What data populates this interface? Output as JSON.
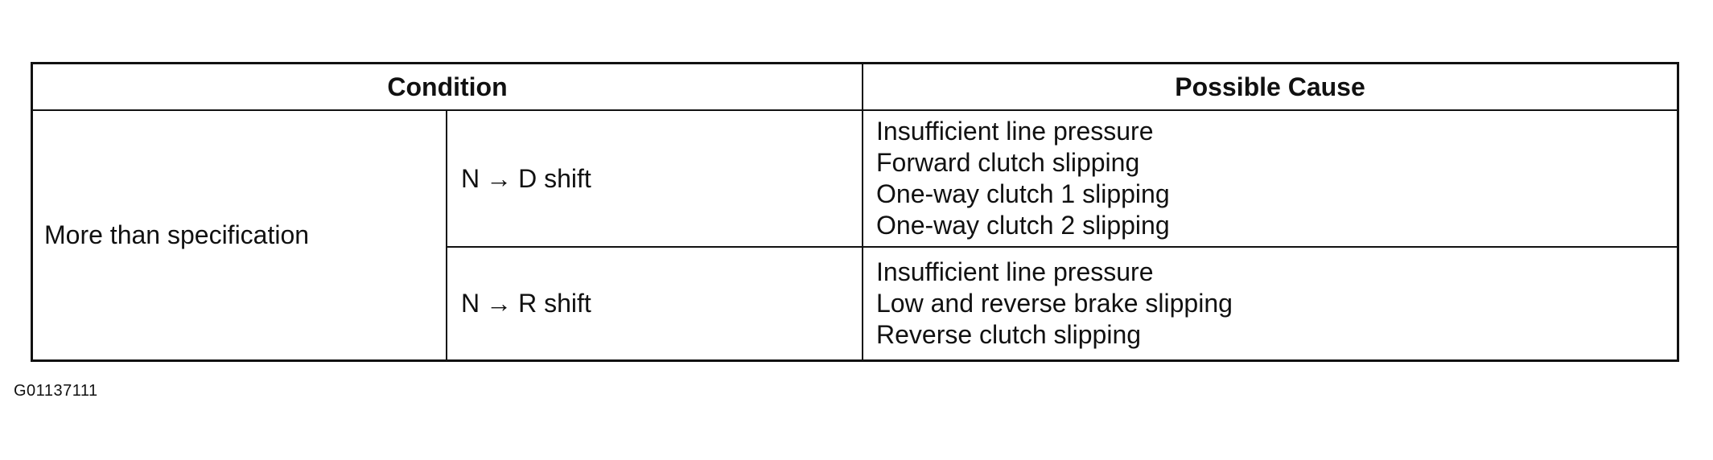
{
  "table": {
    "headers": {
      "condition": "Condition",
      "possible_cause": "Possible Cause"
    },
    "condition": "More than specification",
    "rows": [
      {
        "shift_from": "N",
        "arrow": "→",
        "shift_to": "D shift",
        "causes": [
          "Insufficient line pressure",
          "Forward clutch slipping",
          "One-way clutch 1 slipping",
          "One-way clutch 2 slipping"
        ]
      },
      {
        "shift_from": "N",
        "arrow": "→",
        "shift_to": "R shift",
        "causes": [
          "Insufficient line pressure",
          "Low and reverse brake slipping",
          "Reverse clutch slipping"
        ]
      }
    ]
  },
  "figure_id": "G01137111"
}
